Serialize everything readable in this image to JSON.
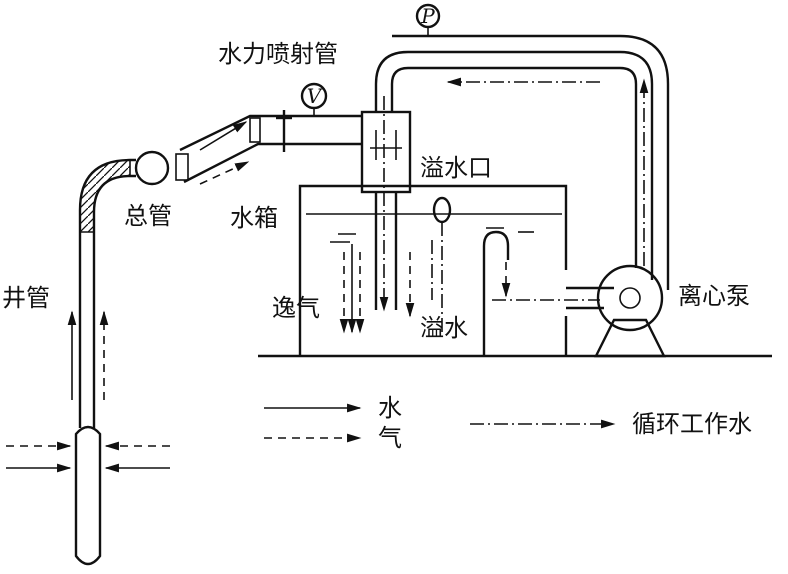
{
  "labels": {
    "ejector": "水力喷射管",
    "overflow_port": "溢水口",
    "water_tank": "水箱",
    "main_pipe": "总管",
    "well_pipe": "井管",
    "gas_escape": "逸气",
    "overflow_water": "溢水",
    "centrifugal_pump": "离心泵"
  },
  "instruments": {
    "pressure_gauge": "P",
    "vacuum_gauge": "V"
  },
  "legend": {
    "water": "水",
    "gas": "气",
    "circulating_water": "循环工作水"
  },
  "icons": {
    "pressure_gauge": "pressure-gauge-icon",
    "vacuum_gauge": "vacuum-gauge-icon",
    "valve": "valve-icon",
    "float": "float-ball-icon",
    "pump": "centrifugal-pump-icon",
    "filter": "well-filter-icon"
  }
}
